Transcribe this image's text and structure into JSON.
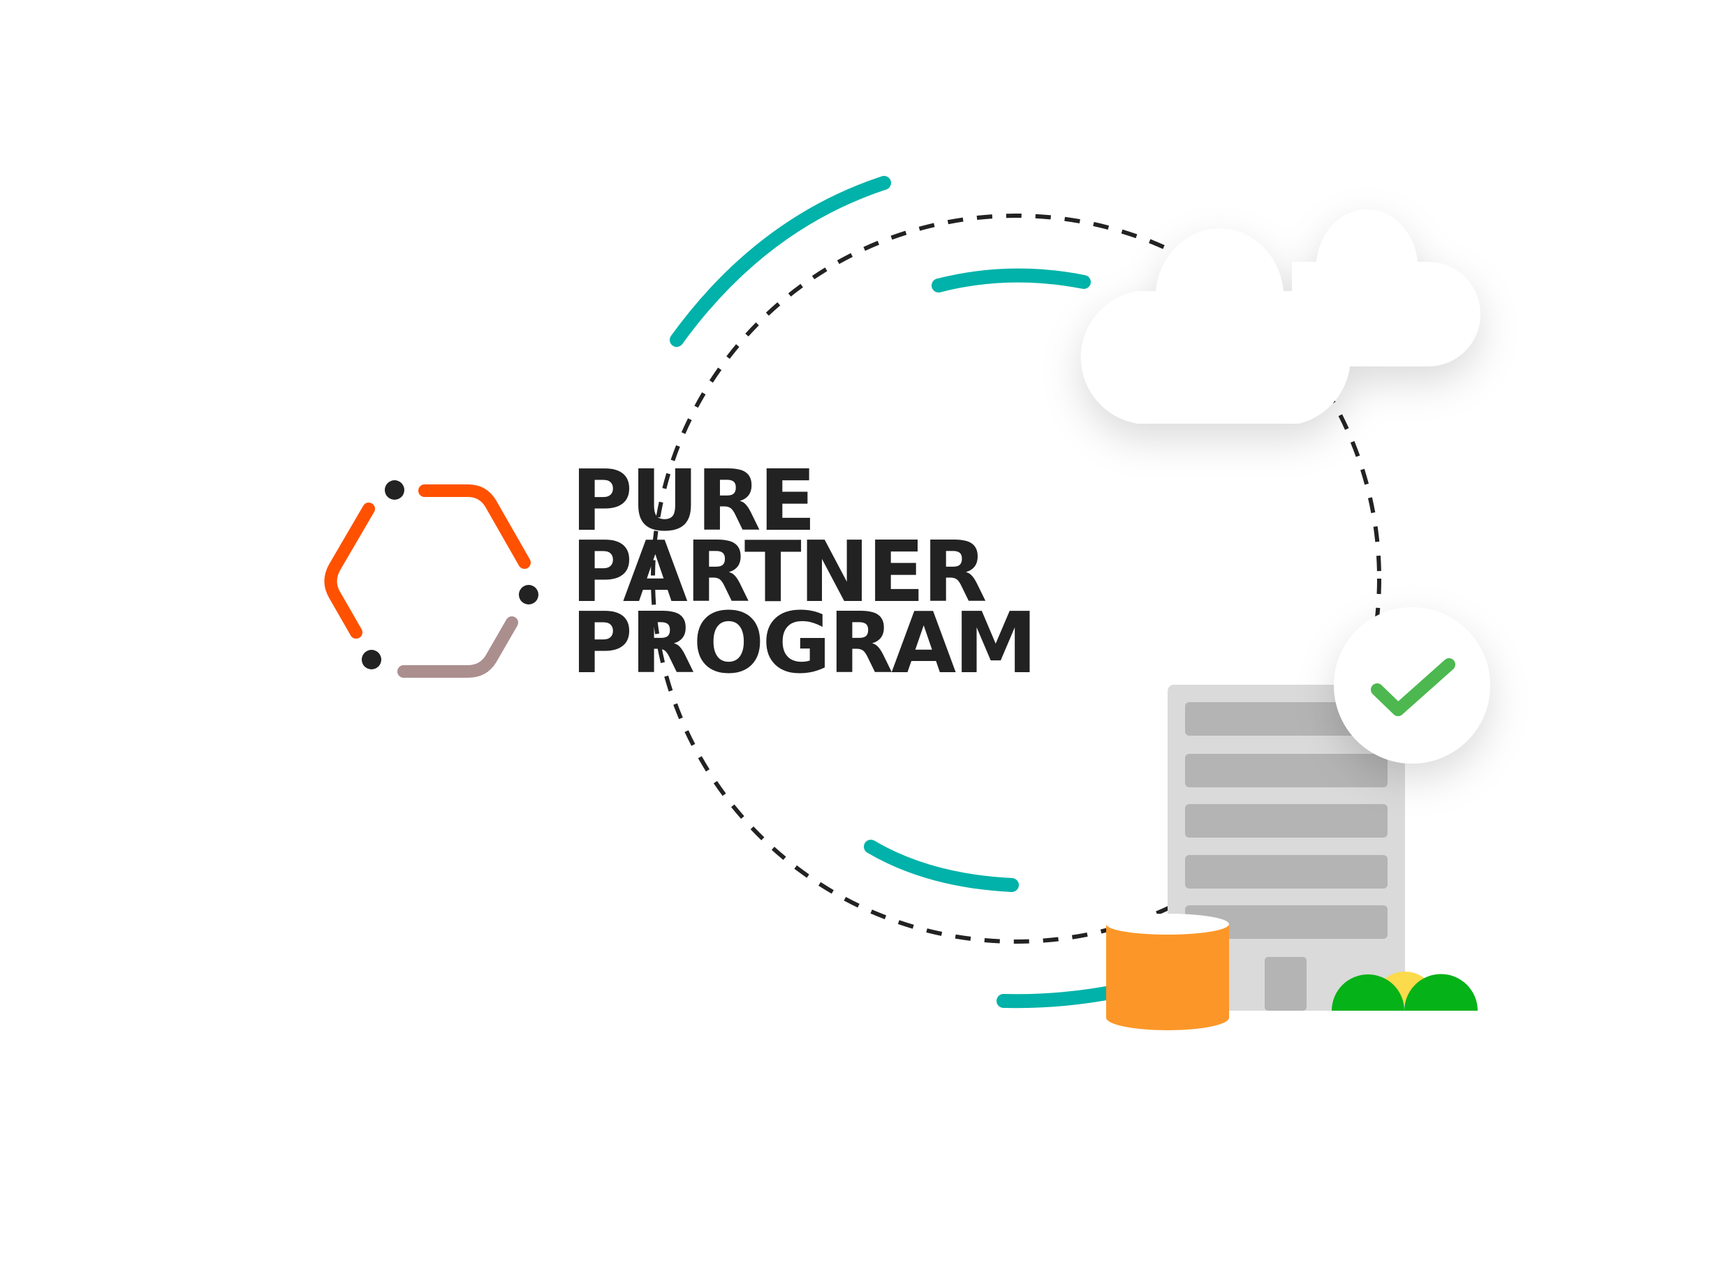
{
  "logo": {
    "title_lines": [
      "PURE",
      "PARTNER",
      "PROGRAM"
    ],
    "icon": "hexagon-logo-icon"
  },
  "illustration": {
    "elements": [
      "dashed-circle",
      "teal-arcs",
      "cloud-icon",
      "check-icon",
      "building-icon",
      "database-cylinder-icon",
      "bushes-icon"
    ]
  },
  "colors": {
    "orange": "#FF5100",
    "mauve": "#AB8E8E",
    "dark": "#222222",
    "teal": "#00B2A9",
    "check_green": "#4CB84F",
    "building_gray": "#DADADA",
    "window_gray": "#B4B4B4",
    "cylinder_orange": "#FC9628",
    "bush_green": "#05B217",
    "sun_yellow": "#FBDA4C"
  }
}
